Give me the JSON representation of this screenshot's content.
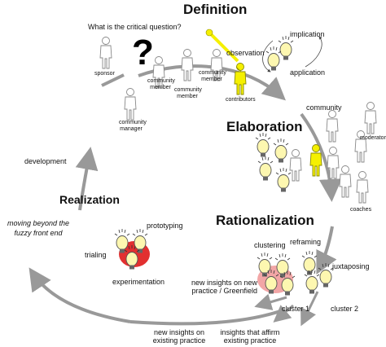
{
  "phases": {
    "definition": "Definition",
    "elaboration": "Elaboration",
    "rationalization": "Rationalization",
    "realization": "Realization"
  },
  "definition": {
    "question": "What is the critical question?",
    "question_mark": "?",
    "implication": "implication",
    "observation": "observation",
    "application": "application",
    "sponsor": "sponsor",
    "community_member_1": "community member",
    "community_member_2": "community member",
    "community_member_3": "community member",
    "community_manager": "community manager",
    "contributors": "contributors"
  },
  "elaboration": {
    "community": "community",
    "moderators": "moderators",
    "coaches": "coaches"
  },
  "rationalization": {
    "clustering": "clustering",
    "reframing": "reframing",
    "juxtaposing": "juxtaposing",
    "cluster_1": "cluster 1",
    "cluster_2": "cluster 2",
    "new_insights_new_practice": "new insights on new practice / Greenfield",
    "new_insights_existing": "new insights on existing practice",
    "insights_affirm": "insights that affirm existing practice"
  },
  "realization": {
    "development": "development",
    "moving_beyond": "moving beyond the fuzzy front end",
    "prototyping": "prototyping",
    "trialing": "trialing",
    "experimentation": "experimentation"
  },
  "colors": {
    "arrow": "#999999",
    "highlight": "#f5f000",
    "bulb": "#fdf7b0",
    "cluster_red": "#e23030",
    "cluster_pink": "#f2a6a6"
  }
}
